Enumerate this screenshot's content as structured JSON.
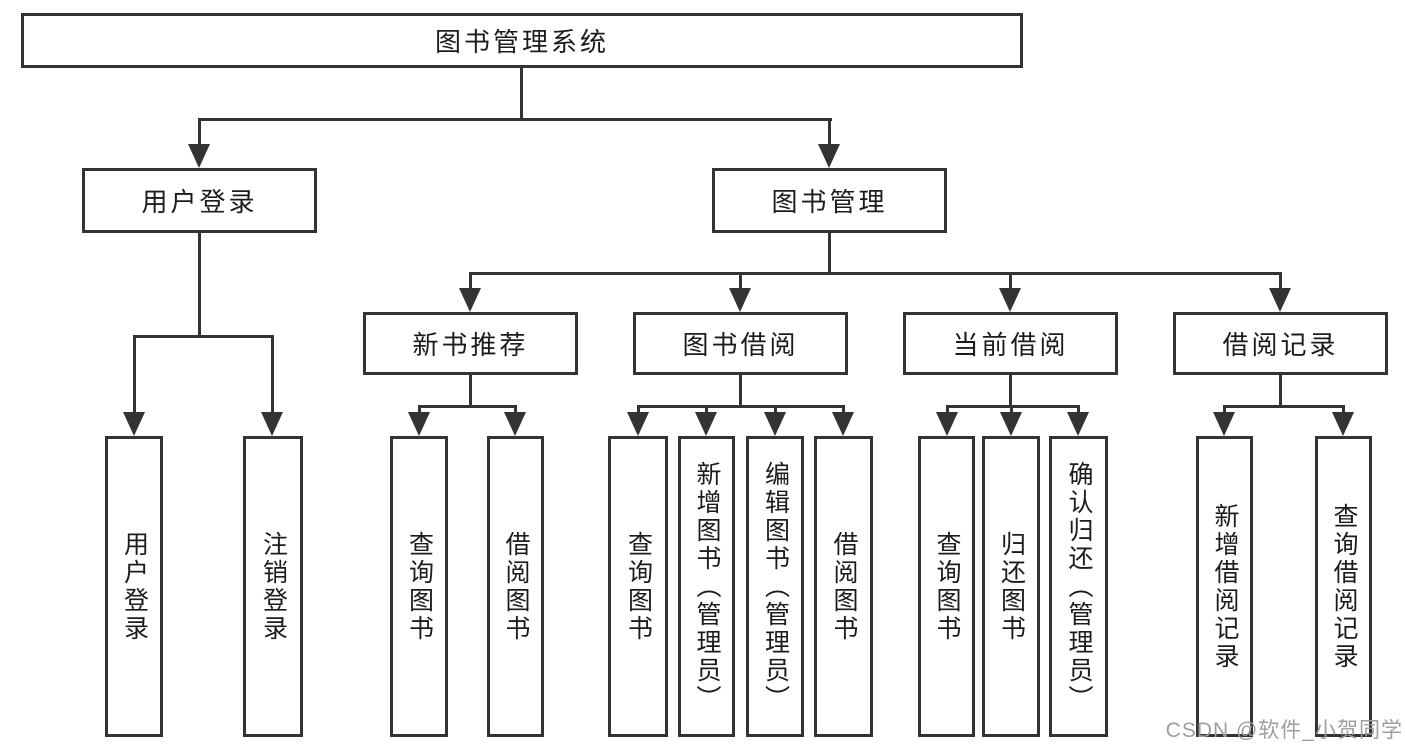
{
  "diagram": {
    "tree": {
      "label": "图书管理系统",
      "children": [
        {
          "label": "用户登录",
          "children": [
            {
              "label": "用户登录"
            },
            {
              "label": "注销登录"
            }
          ]
        },
        {
          "label": "图书管理",
          "children": [
            {
              "label": "新书推荐",
              "children": [
                {
                  "label": "查询图书"
                },
                {
                  "label": "借阅图书"
                }
              ]
            },
            {
              "label": "图书借阅",
              "children": [
                {
                  "label": "查询图书"
                },
                {
                  "label": "新增图书（管理员）"
                },
                {
                  "label": "编辑图书（管理员）"
                },
                {
                  "label": "借阅图书"
                }
              ]
            },
            {
              "label": "当前借阅",
              "children": [
                {
                  "label": "查询图书"
                },
                {
                  "label": "归还图书"
                },
                {
                  "label": "确认归还（管理员）"
                }
              ]
            },
            {
              "label": "借阅记录",
              "children": [
                {
                  "label": "新增借阅记录"
                },
                {
                  "label": "查询借阅记录"
                }
              ]
            }
          ]
        }
      ]
    },
    "watermark": "CSDN @软件_小贺同学",
    "colors": {
      "line": "#333333",
      "box_border": "#333333",
      "box_fill": "#ffffff",
      "text": "#1c1c1c",
      "watermark": "#9e9e9e",
      "background": "#ffffff"
    }
  }
}
